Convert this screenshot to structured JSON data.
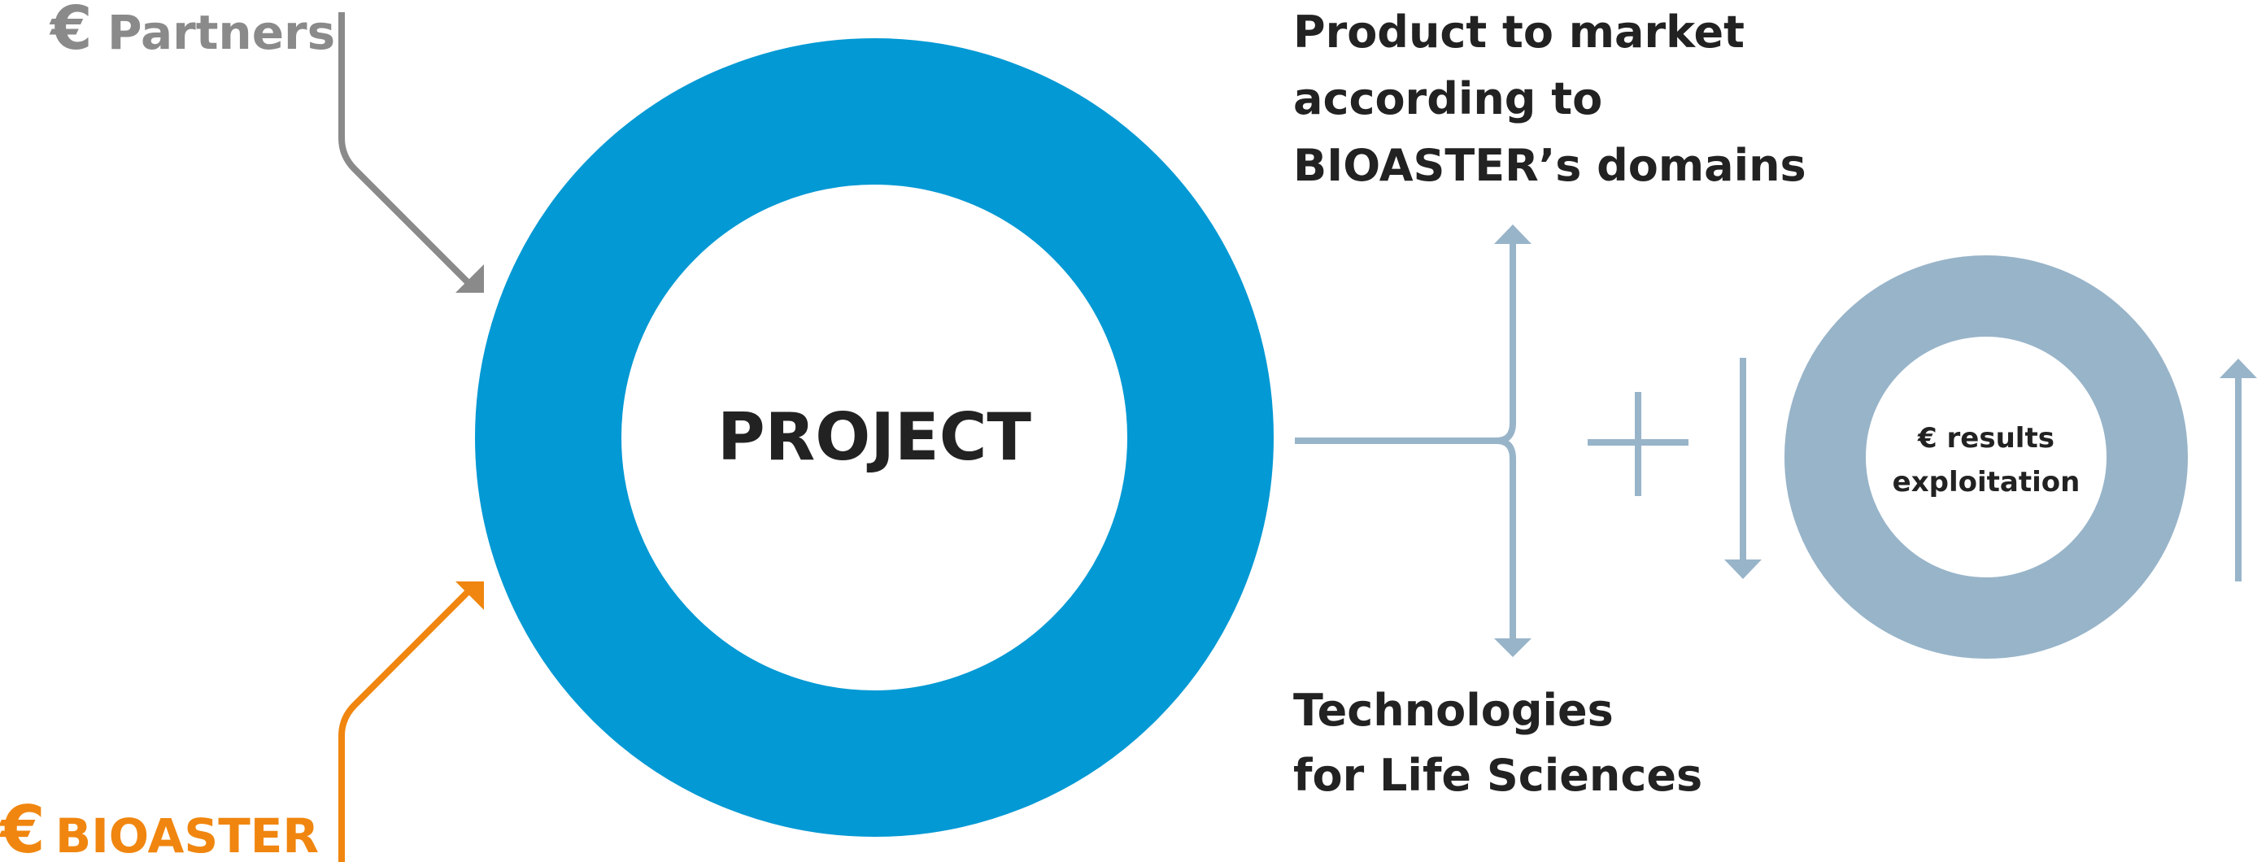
{
  "labels": {
    "partners_symbol": "€",
    "partners_text": "Partners",
    "bioaster_symbol": "€",
    "bioaster_text": "BIOASTER",
    "project": "PROJECT",
    "product_line1": "Product to market",
    "product_line2": "according to",
    "product_line3": "BIOASTER’s domains",
    "tech_line1": "Technologies",
    "tech_line2": "for Life Sciences",
    "results_line1": "€ results",
    "results_line2": "exploitation"
  },
  "colors": {
    "project_ring": "#0399d4",
    "results_ring": "#98b4c9",
    "connector": "#98b4c9",
    "partners": "#8a8a8a",
    "bioaster": "#f0860f",
    "text_dark": "#222222"
  },
  "icons": {
    "partners_arrow": "arrow-down-right-icon",
    "bioaster_arrow": "arrow-up-right-icon",
    "plus": "plus-icon"
  }
}
